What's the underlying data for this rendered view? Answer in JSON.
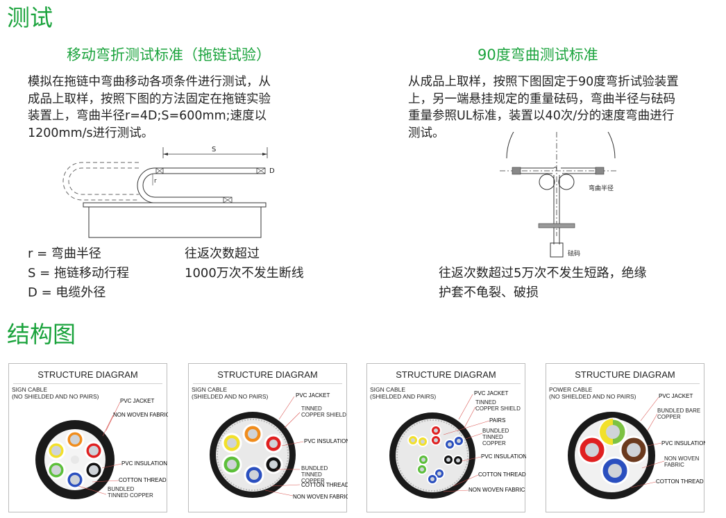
{
  "section1": {
    "title": "测试",
    "left": {
      "heading": "移动弯折测试标准（拖链试验）",
      "paragraph": "模拟在拖链中弯曲移动各项条件进行测试，从\n成品上取样，按照下图的方法固定在拖链实验\n装置上，弯曲半径r=4D;S=600mm;速度以\n1200mm/s进行测试。",
      "diagram": {
        "s_label": "S",
        "d_label": "D",
        "r_label": "r"
      },
      "legend": "r = 弯曲半径\nS = 拖链移动行程\nD = 电缆外径",
      "result": "往返次数超过\n1000万次不发生断线"
    },
    "right": {
      "heading": "90度弯曲测试标准",
      "paragraph": "从成品上取样，按照下图固定于90度弯折试验装置\n上，另一端悬挂规定的重量砝码，弯曲半径与砝码\n重量参照UL标准，装置以40次/分的速度弯曲进行\n测试。",
      "diagram": {
        "bend_radius_label": "弯曲半径",
        "weight_label": "砝码"
      },
      "result": "往返次数超过5万次不发生短路，绝缘\n护套不龟裂、破损"
    }
  },
  "section2": {
    "title": "结构图",
    "cards": [
      {
        "title": "STRUCTURE  DIAGRAM",
        "type": "SIGN CABLE\n(NO SHIELDED AND NO PAIRS)",
        "labels": [
          "PVC JACKET",
          "NON WOVEN FABRIC",
          "PVC INSULATION",
          "COTTON THREAD",
          "BUNDLED\nTINNED COPPER"
        ]
      },
      {
        "title": "STRUCTURE  DIAGRAM",
        "type": "SIGN CABLE\n(SHIELDED AND NO PAIRS)",
        "labels": [
          "PVC JACKET",
          "TINNED\nCOPPER SHIELD",
          "PVC INSULATION",
          "BUNDLED\nTINNED COPPER",
          "COTTON THREAD",
          "NON WOVEN FABRIC"
        ]
      },
      {
        "title": "STRUCTURE  DIAGRAM",
        "type": "SIGN CABLE\n(SHIELDED AND PAIRS)",
        "labels": [
          "PVC JACKET",
          "TINNED\nCOPPER SHIELD",
          "PAIRS",
          "BUNDLED\nTINNED COPPER",
          "PVC INSULATION",
          "COTTON THREAD",
          "NON WOVEN FABRIC"
        ]
      },
      {
        "title": "STRUCTURE  DIAGRAM",
        "type": "POWER CABLE\n(NO SHIELDED AND NO PAIRS)",
        "labels": [
          "PVC JACKET",
          "BUNDLED BARE\nCOPPER",
          "PVC INSULATION",
          "NON WOVEN\nFABRIC",
          "COTTON THREAD"
        ]
      }
    ]
  },
  "colors": {
    "heading_green": "#1aa33c",
    "label_line_red": "#d9534f"
  }
}
